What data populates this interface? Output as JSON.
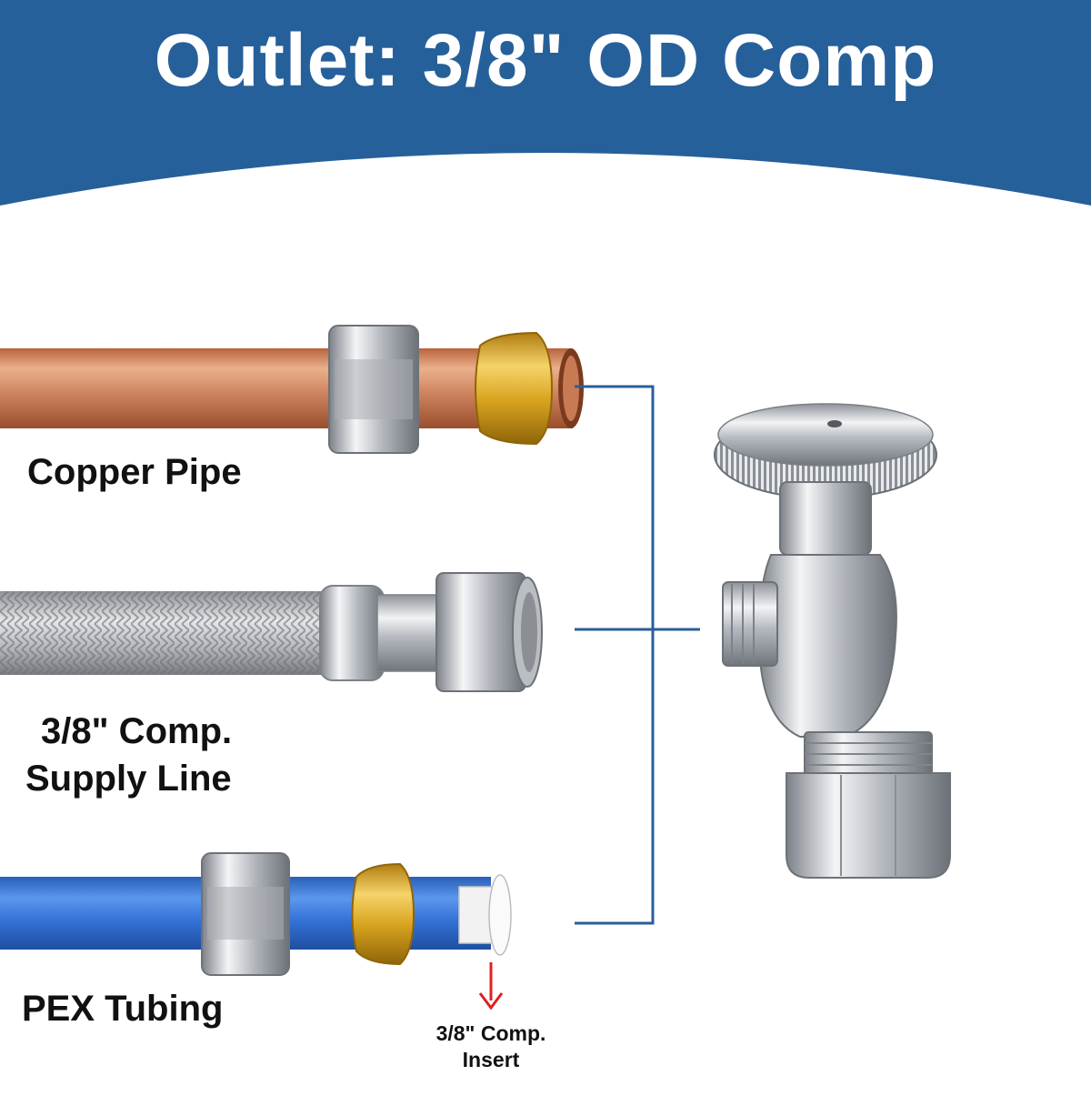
{
  "header": {
    "title": "Outlet: 3/8\" OD Comp",
    "band_color": "#26609a"
  },
  "labels": {
    "copper": "Copper Pipe",
    "supply_line_1": "3/8\" Comp.",
    "supply_line_2": "Supply Line",
    "pex": "PEX Tubing",
    "insert_1": "3/8\" Comp.",
    "insert_2": "Insert"
  },
  "colors": {
    "copper": "#c97a52",
    "pex": "#2f6fd0",
    "brass": "#d9a520",
    "chrome": "#c8cbd0",
    "connector": "#2a5e98",
    "arrow": "#e02020"
  }
}
